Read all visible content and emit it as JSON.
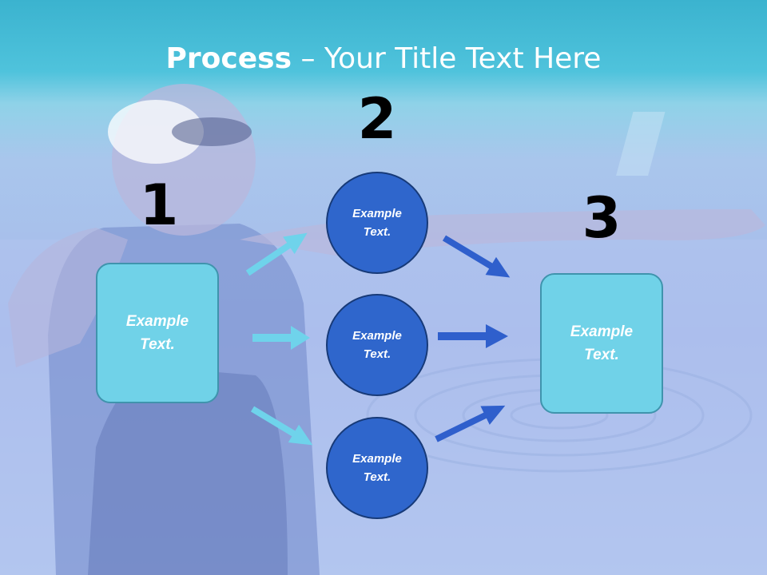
{
  "title": {
    "bold": "Process",
    "dash": " – ",
    "rest": "Your Title Text Here"
  },
  "steps": {
    "step1": {
      "number": "1",
      "box_text": "Example Text."
    },
    "step2": {
      "number": "2",
      "circles": [
        "Example Text.",
        "Example Text.",
        "Example Text."
      ]
    },
    "step3": {
      "number": "3",
      "box_text": "Example Text."
    }
  },
  "colors": {
    "light_box": "#70d2e8",
    "circle": "#2f66cc",
    "light_arrow": "#6fd3eb",
    "dark_arrow": "#2f5fcc",
    "title_text": "#ffffff"
  }
}
